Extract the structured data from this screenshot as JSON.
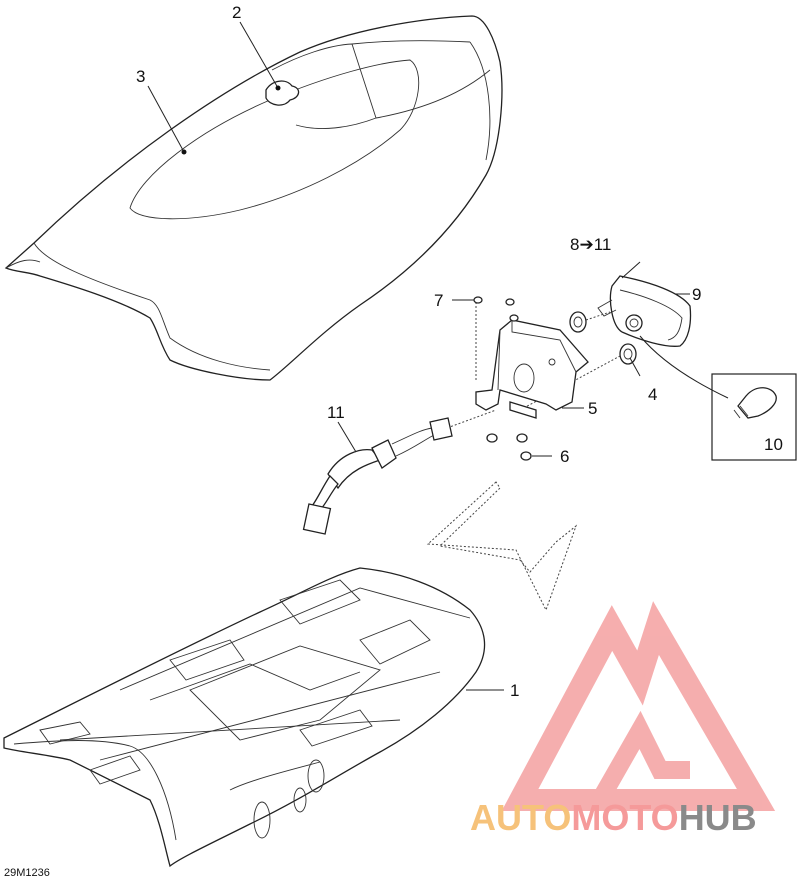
{
  "drawing_code": "29M1236",
  "callouts": {
    "c1": "1",
    "c2": "2",
    "c3": "3",
    "c4": "4",
    "c5": "5",
    "c6": "6",
    "c7": "7",
    "c8": "8➔11",
    "c9": "9",
    "c10": "10",
    "c11": "11"
  },
  "watermark": {
    "text_a": "AUTO",
    "text_b": "MOTO",
    "text_c": "HUB",
    "color_a": "#f6c27a",
    "color_b": "#f59a9a",
    "color_c": "#8a8a8a",
    "logo_color": "#f4a0a0"
  }
}
